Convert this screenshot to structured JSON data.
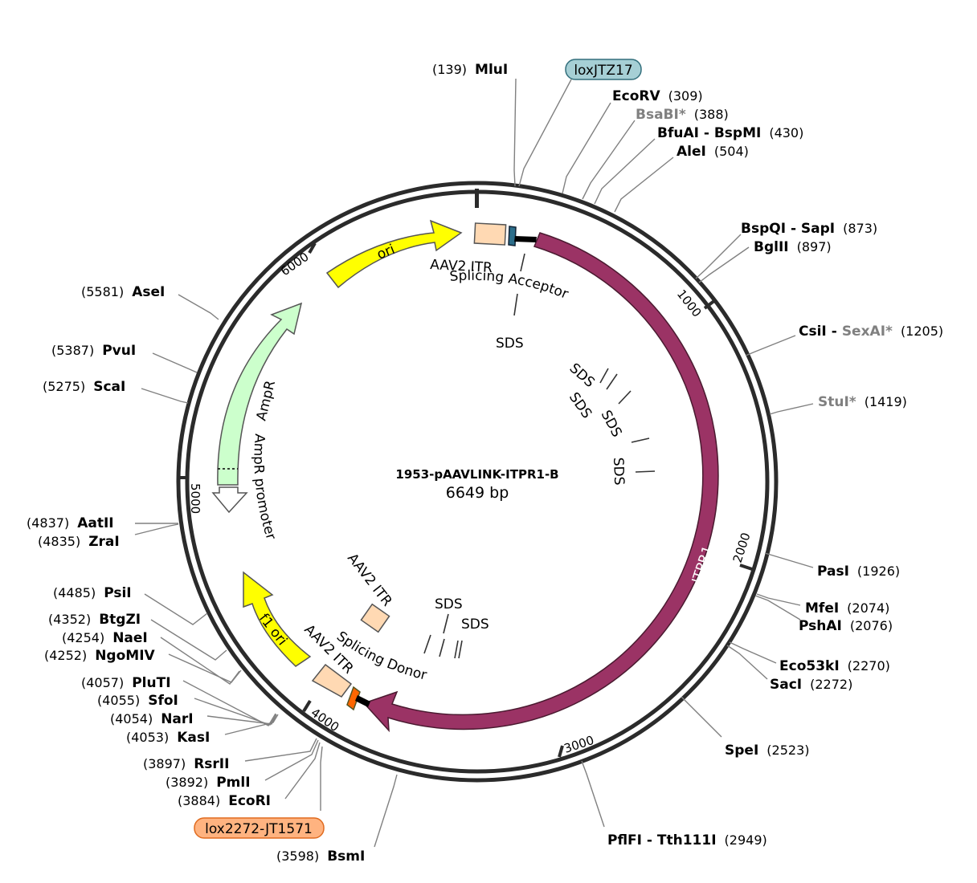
{
  "plasmid": {
    "name": "1953-pAAVLINK-ITPR1-B",
    "length": "6649 bp"
  },
  "ticks": [
    "1000",
    "2000",
    "3000",
    "4000",
    "5000",
    "6000"
  ],
  "features": {
    "itpr1": "ITPR1",
    "ori": "ori",
    "ampr": "AmpR",
    "ampr_promoter": "AmpR promoter",
    "f1_ori": "f1 ori",
    "aav2_itr_top": "AAV2 ITR",
    "aav2_itr_mid": "AAV2 ITR",
    "aav2_itr_bot": "AAV2 ITR",
    "splicing_acceptor": "Splicing Acceptor",
    "splicing_donor": "Splicing Donor",
    "sds": "SDS"
  },
  "boxed_labels": {
    "loxjtz17": "loxJTZ17",
    "lox2272": "lox2272-JT1571"
  },
  "sites": [
    {
      "name": "MluI",
      "pos": "(139)"
    },
    {
      "name": "EcoRV",
      "pos": "(309)"
    },
    {
      "name": "BsaBI*",
      "pos": "(388)"
    },
    {
      "name": "BfuAI - BspMI",
      "pos": "(430)"
    },
    {
      "name": "AleI",
      "pos": "(504)"
    },
    {
      "name": "BspQI - SapI",
      "pos": "(873)"
    },
    {
      "name": "BglII",
      "pos": "(897)"
    },
    {
      "name": "CsiI",
      "name2": "SexAI*",
      "pos": "(1205)"
    },
    {
      "name": "StuI*",
      "pos": "(1419)"
    },
    {
      "name": "PasI",
      "pos": "(1926)"
    },
    {
      "name": "MfeI",
      "pos": "(2074)"
    },
    {
      "name": "PshAI",
      "pos": "(2076)"
    },
    {
      "name": "Eco53kI",
      "pos": "(2270)"
    },
    {
      "name": "SacI",
      "pos": "(2272)"
    },
    {
      "name": "SpeI",
      "pos": "(2523)"
    },
    {
      "name": "PflFI - Tth111I",
      "pos": "(2949)"
    },
    {
      "name": "BsmI",
      "pos": "(3598)"
    },
    {
      "name": "EcoRI",
      "pos": "(3884)"
    },
    {
      "name": "PmlI",
      "pos": "(3892)"
    },
    {
      "name": "RsrII",
      "pos": "(3897)"
    },
    {
      "name": "KasI",
      "pos": "(4053)"
    },
    {
      "name": "NarI",
      "pos": "(4054)"
    },
    {
      "name": "SfoI",
      "pos": "(4055)"
    },
    {
      "name": "PluTI",
      "pos": "(4057)"
    },
    {
      "name": "NgoMIV",
      "pos": "(4252)"
    },
    {
      "name": "NaeI",
      "pos": "(4254)"
    },
    {
      "name": "BtgZI",
      "pos": "(4352)"
    },
    {
      "name": "PsiI",
      "pos": "(4485)"
    },
    {
      "name": "ZraI",
      "pos": "(4835)"
    },
    {
      "name": "AatII",
      "pos": "(4837)"
    },
    {
      "name": "ScaI",
      "pos": "(5275)"
    },
    {
      "name": "PvuI",
      "pos": "(5387)"
    },
    {
      "name": "AseI",
      "pos": "(5581)"
    }
  ],
  "colors": {
    "backbone": "#2b2b2b",
    "itpr1": "#9b3365",
    "ori": "#ffff00",
    "ampr": "#ccffcc",
    "f1_ori": "#ffff00",
    "itr": "#ffd9b3",
    "loxjtz17_fill": "#a6cfd5",
    "lox2272_fill": "#ffb380",
    "lox2272_marker": "#ff6600",
    "loxjtz17_marker": "#2c6e8a"
  }
}
